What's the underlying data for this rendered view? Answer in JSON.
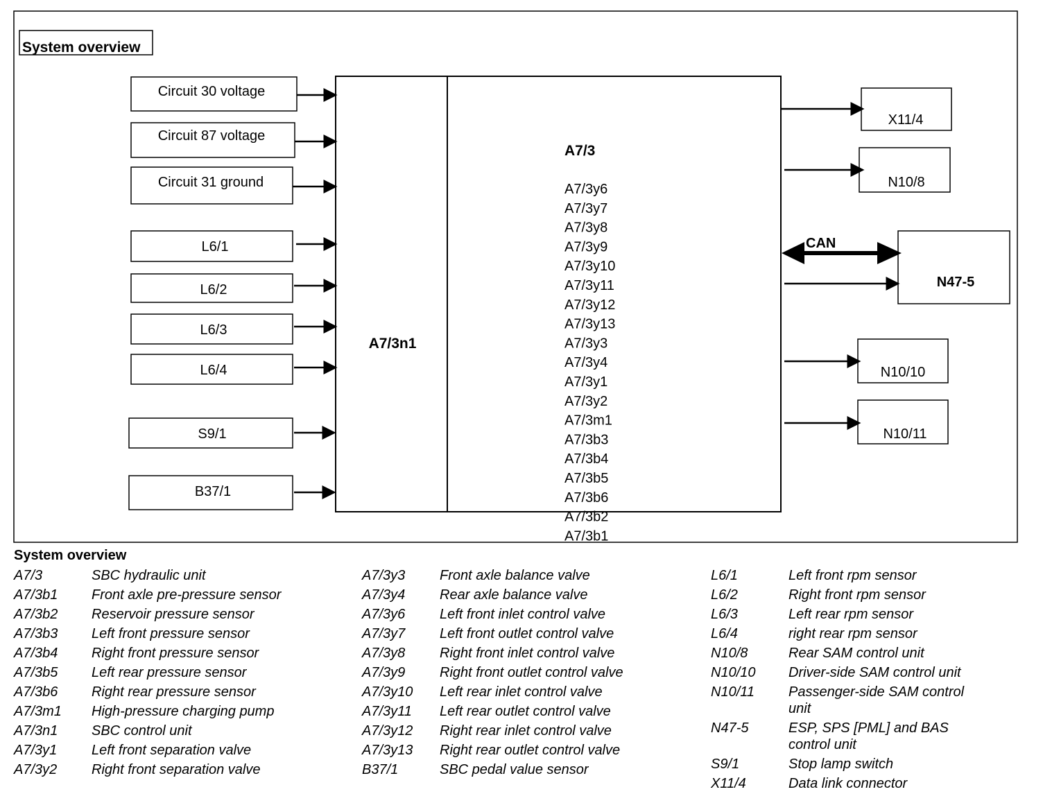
{
  "diagram": {
    "title": "System overview",
    "inputs": [
      "Circuit 30 voltage",
      "Circuit 87 voltage",
      "Circuit 31 ground",
      "L6/1",
      "L6/2",
      "L6/3",
      "L6/4",
      "S9/1",
      "B37/1"
    ],
    "control_unit": "A7/3n1",
    "hydraulic_unit": "A7/3",
    "components": [
      "A7/3y6",
      "A7/3y7",
      "A7/3y8",
      "A7/3y9",
      "A7/3y10",
      "A7/3y11",
      "A7/3y12",
      "A7/3y13",
      "A7/3y3",
      "A7/3y4",
      "A7/3y1",
      "A7/3y2",
      "A7/3m1",
      "A7/3b3",
      "A7/3b4",
      "A7/3b5",
      "A7/3b6",
      "A7/3b2",
      "A7/3b1"
    ],
    "outputs": [
      "X11/4",
      "N10/8",
      "N47-5",
      "N10/10",
      "N10/11"
    ],
    "can_label": "CAN"
  },
  "legend": {
    "title": "System overview",
    "columns": [
      [
        {
          "code": "A7/3",
          "desc": "SBC hydraulic unit"
        },
        {
          "code": "A7/3b1",
          "desc": "Front axle pre-pressure sensor"
        },
        {
          "code": "A7/3b2",
          "desc": "Reservoir pressure sensor"
        },
        {
          "code": "A7/3b3",
          "desc": "Left front pressure sensor"
        },
        {
          "code": "A7/3b4",
          "desc": "Right front pressure sensor"
        },
        {
          "code": "A7/3b5",
          "desc": "Left rear pressure sensor"
        },
        {
          "code": "A7/3b6",
          "desc": "Right rear pressure sensor"
        },
        {
          "code": "A7/3m1",
          "desc": "High-pressure charging pump"
        },
        {
          "code": "A7/3n1",
          "desc": "SBC control unit"
        },
        {
          "code": "A7/3y1",
          "desc": "Left front separation valve"
        },
        {
          "code": "A7/3y2",
          "desc": "Right front separation valve"
        }
      ],
      [
        {
          "code": "A7/3y3",
          "desc": "Front axle balance valve"
        },
        {
          "code": "A7/3y4",
          "desc": "Rear axle balance valve"
        },
        {
          "code": "A7/3y6",
          "desc": "Left front inlet control valve"
        },
        {
          "code": "A7/3y7",
          "desc": "Left front outlet control valve"
        },
        {
          "code": "A7/3y8",
          "desc": "Right front inlet control valve"
        },
        {
          "code": "A7/3y9",
          "desc": "Right front outlet control valve"
        },
        {
          "code": "A7/3y10",
          "desc": "Left rear inlet control valve"
        },
        {
          "code": "A7/3y11",
          "desc": "Left rear outlet control valve"
        },
        {
          "code": "A7/3y12",
          "desc": "Right rear inlet control valve"
        },
        {
          "code": "A7/3y13",
          "desc": "Right rear outlet control valve"
        },
        {
          "code": "B37/1",
          "desc": "SBC pedal value sensor"
        }
      ],
      [
        {
          "code": "L6/1",
          "desc": "Left front rpm sensor"
        },
        {
          "code": "L6/2",
          "desc": "Right front rpm sensor"
        },
        {
          "code": "L6/3",
          "desc": "Left rear rpm sensor"
        },
        {
          "code": "L6/4",
          "desc": "right rear rpm sensor"
        },
        {
          "code": "N10/8",
          "desc": "Rear SAM control unit"
        },
        {
          "code": "N10/10",
          "desc": "Driver-side SAM control unit"
        },
        {
          "code": "N10/11",
          "desc": "Passenger-side SAM control unit"
        },
        {
          "code": "N47-5",
          "desc": "ESP, SPS [PML] and BAS control unit"
        },
        {
          "code": "S9/1",
          "desc": "Stop lamp switch"
        },
        {
          "code": "X11/4",
          "desc": "Data link connector"
        }
      ]
    ]
  }
}
